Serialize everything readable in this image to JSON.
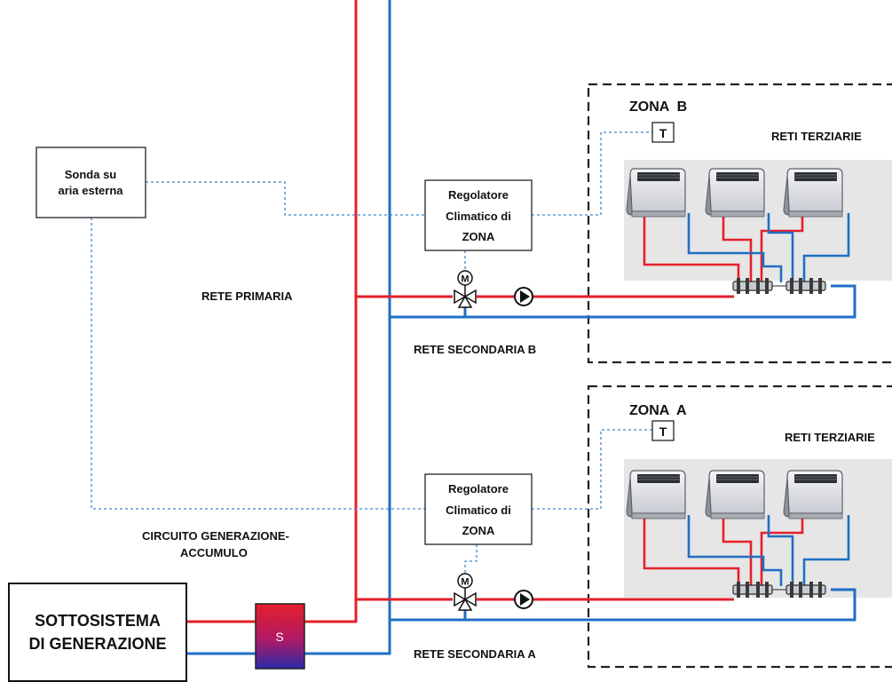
{
  "diagram": {
    "sensor_label": [
      "Sonda su",
      "aria esterna"
    ],
    "primary_network_label": "RETE PRIMARIA",
    "generation_circuit_label": [
      "CIRCUITO GENERAZIONE-",
      "ACCUMULO"
    ],
    "generation_subsystem_label": [
      "SOTTOSISTEMA",
      "DI GENERAZIONE"
    ],
    "storage_label": "S",
    "motor_symbol": "M",
    "thermostat_symbol": "T",
    "zone_b": {
      "title": "ZONA  B",
      "tertiary_label": "RETI TERZIARIE",
      "controller_label": [
        "Regolatore",
        "Climatico di",
        "ZONA"
      ],
      "secondary_label": "RETE SECONDARIA B"
    },
    "zone_a": {
      "title": "ZONA  A",
      "tertiary_label": "RETI TERZIARIE",
      "controller_label": [
        "Regolatore",
        "Climatico di",
        "ZONA"
      ],
      "secondary_label": "RETE SECONDARIA  A"
    }
  },
  "colors": {
    "supply": "#e4202a",
    "return": "#1f6fc4",
    "control_line": "#3f86cf",
    "zone_border": "#222222",
    "unit_panel": "#e6e6e6"
  },
  "icons": [
    "fan-coil-unit-icon",
    "pump-icon",
    "three-way-valve-icon",
    "motor-actuator-icon",
    "thermostat-icon",
    "manifold-icon"
  ]
}
